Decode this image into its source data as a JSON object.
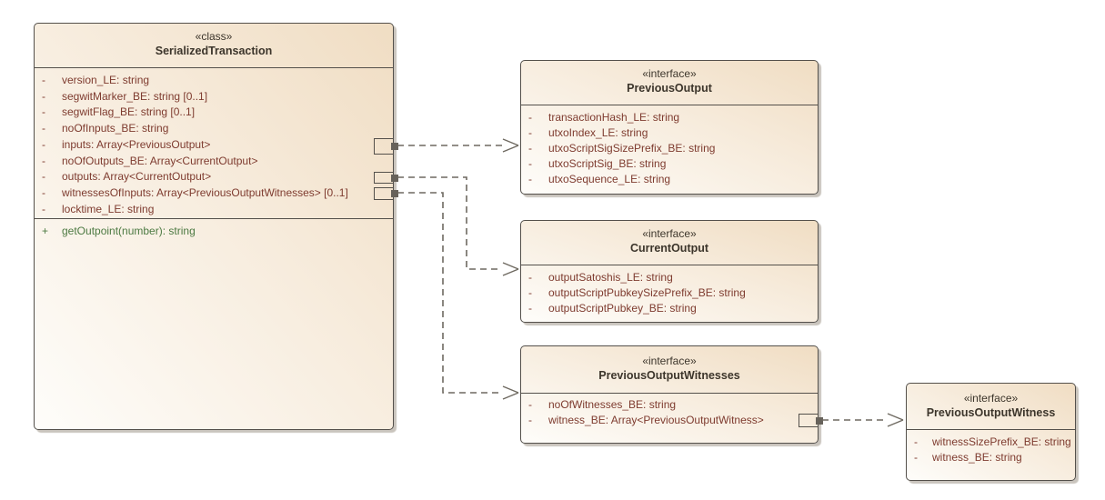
{
  "diagram": {
    "colors": {
      "background": "#ffffff",
      "box_fill_dark": "#f0ddc3",
      "box_fill_light": "#fefdfa",
      "box_border": "#54504b",
      "title_text": "#3c352b",
      "attribute_text": "#7e3b2f",
      "operation_text": "#4d7a43",
      "connector": "#6e6960"
    },
    "boxes": [
      {
        "id": "serialized-transaction",
        "stereotype": "«class»",
        "name": "SerializedTransaction",
        "attributes": [
          {
            "vis": "-",
            "text": "version_LE: string"
          },
          {
            "vis": "-",
            "text": "segwitMarker_BE: string [0..1]"
          },
          {
            "vis": "-",
            "text": "segwitFlag_BE: string [0..1]"
          },
          {
            "vis": "-",
            "text": "noOfInputs_BE: string"
          },
          {
            "vis": "-",
            "text": "inputs: Array<PreviousOutput>"
          },
          {
            "vis": "-",
            "text": "noOfOutputs_BE: Array<CurrentOutput>"
          },
          {
            "vis": "-",
            "text": "outputs: Array<CurrentOutput>"
          },
          {
            "vis": "-",
            "text": "witnessesOfInputs: Array<PreviousOutputWitnesses> [0..1]"
          },
          {
            "vis": "-",
            "text": "locktime_LE: string"
          }
        ],
        "operations": [
          {
            "vis": "+",
            "text": "getOutpoint(number): string"
          }
        ]
      },
      {
        "id": "previous-output",
        "stereotype": "«interface»",
        "name": "PreviousOutput",
        "attributes": [
          {
            "vis": "-",
            "text": "transactionHash_LE: string"
          },
          {
            "vis": "-",
            "text": "utxoIndex_LE: string"
          },
          {
            "vis": "-",
            "text": "utxoScriptSigSizePrefix_BE: string"
          },
          {
            "vis": "-",
            "text": "utxoScriptSig_BE: string"
          },
          {
            "vis": "-",
            "text": "utxoSequence_LE: string"
          }
        ]
      },
      {
        "id": "current-output",
        "stereotype": "«interface»",
        "name": "CurrentOutput",
        "attributes": [
          {
            "vis": "-",
            "text": "outputSatoshis_LE: string"
          },
          {
            "vis": "-",
            "text": "outputScriptPubkeySizePrefix_BE: string"
          },
          {
            "vis": "-",
            "text": "outputScriptPubkey_BE: string"
          }
        ]
      },
      {
        "id": "previous-output-witnesses",
        "stereotype": "«interface»",
        "name": "PreviousOutputWitnesses",
        "attributes": [
          {
            "vis": "-",
            "text": "noOfWitnesses_BE: string"
          },
          {
            "vis": "-",
            "text": "witness_BE: Array<PreviousOutputWitness>"
          }
        ]
      },
      {
        "id": "previous-output-witness",
        "stereotype": "«interface»",
        "name": "PreviousOutputWitness",
        "attributes": [
          {
            "vis": "-",
            "text": "witnessSizePrefix_BE: string"
          },
          {
            "vis": "-",
            "text": "witness_BE: string"
          }
        ]
      }
    ],
    "connectors": [
      {
        "from": "SerializedTransaction.inputs",
        "to": "PreviousOutput",
        "style": "dashed-open-arrow"
      },
      {
        "from": "SerializedTransaction.outputs",
        "to": "CurrentOutput",
        "style": "dashed-open-arrow"
      },
      {
        "from": "SerializedTransaction.witnessesOfInputs",
        "to": "PreviousOutputWitnesses",
        "style": "dashed-open-arrow"
      },
      {
        "from": "PreviousOutputWitnesses.witness_BE",
        "to": "PreviousOutputWitness",
        "style": "dashed-open-arrow"
      }
    ]
  }
}
